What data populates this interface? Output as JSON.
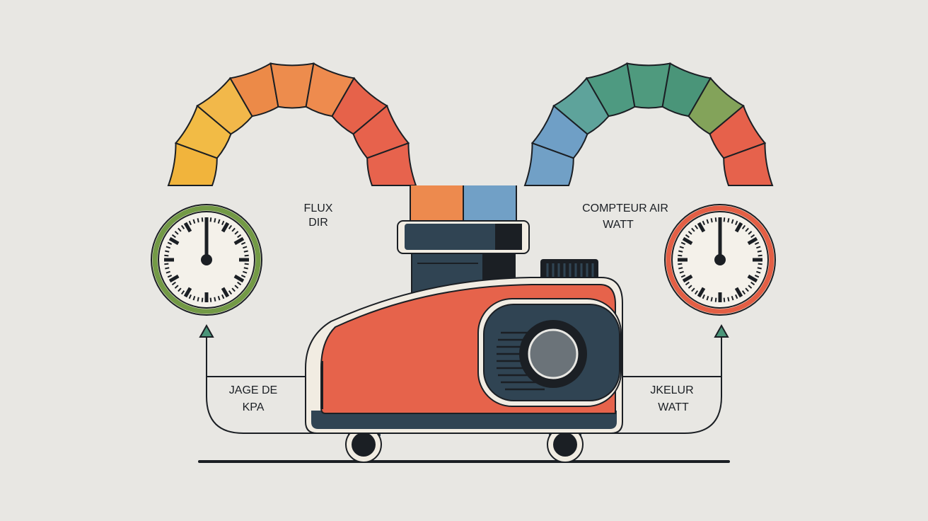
{
  "labels": {
    "left_arc_top": "FLUX",
    "left_arc_bottom": "DIR",
    "right_arc_top": "COMPTEUR AIR",
    "right_arc_bottom": "WATT",
    "left_loop_top": "JAGE DE",
    "left_loop_bottom": "KPA",
    "right_loop_top": "JKELUR",
    "right_loop_bottom": "WATT"
  },
  "colors": {
    "background": "#e8e7e3",
    "outline": "#1b1f24",
    "left_arc_segments": [
      "#f1b43c",
      "#f2bb45",
      "#f2b84a",
      "#ec8a48",
      "#ed8c4d",
      "#ee8b4e",
      "#e6624a",
      "#e7624c",
      "#e7634d"
    ],
    "left_arc_tail": "#ed8a4e",
    "right_arc_segments": [
      "#71a0c6",
      "#6f9fc6",
      "#5ea39b",
      "#4e9a81",
      "#4f9a7e",
      "#4a9579",
      "#83a35a",
      "#e6614b",
      "#e6624c"
    ],
    "right_arc_tail": "#71a0c6",
    "left_gauge_ring": "#739a46",
    "right_gauge_ring": "#e35f45",
    "compressor_body": "#e6634b",
    "compressor_dark": "#304453",
    "compressor_light": "#f1ece2"
  },
  "icons": {
    "left_gauge": "pressure-gauge-icon",
    "right_gauge": "watt-meter-icon",
    "machine": "air-compressor-icon"
  }
}
